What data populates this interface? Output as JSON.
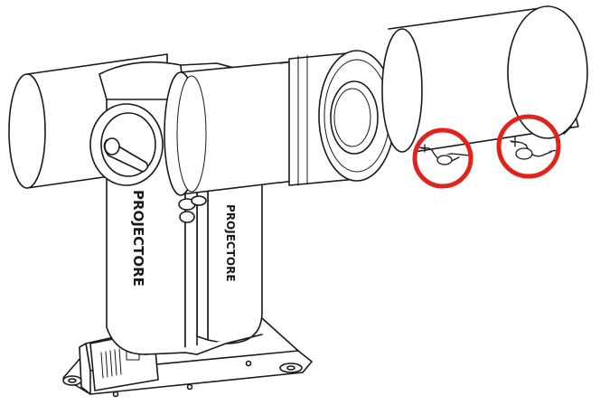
{
  "figure": {
    "brand_marking": "PROJECTORE",
    "colors": {
      "line": "#1a1a1a",
      "fill": "#ffffff",
      "callout": "#e0241b"
    },
    "callouts": [
      {
        "target": "mounting-clip-left"
      },
      {
        "target": "mounting-clip-right"
      }
    ]
  }
}
